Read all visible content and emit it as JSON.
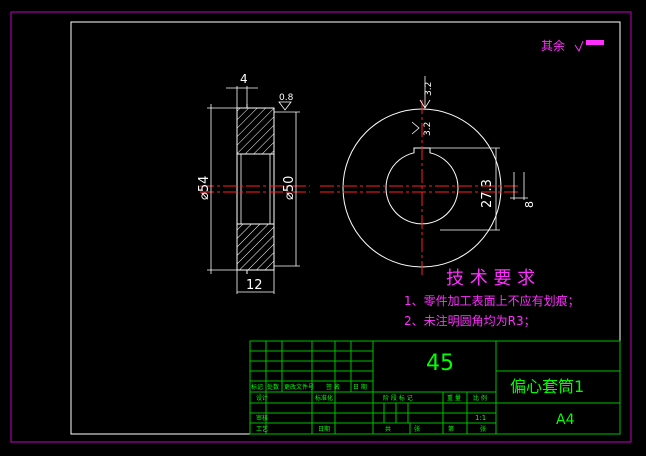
{
  "drawing": {
    "surface_finish_note": "其余",
    "section_view": {
      "dim_top": "4",
      "dim_bottom": "12",
      "dim_outer_dia": "⌀54",
      "dim_inner_dia": "⌀50",
      "roughness": "0.8"
    },
    "front_view": {
      "dim_keyway_depth": "27.3",
      "dim_keyway_width": "8",
      "roughness_top": "3.2",
      "roughness_inner": "3.2"
    }
  },
  "tech_requirements": {
    "title": "技 术 要 求",
    "items": [
      "1、零件加工表面上不应有划痕；",
      "2、未注明圆角均为R3；"
    ]
  },
  "title_block": {
    "material": "45",
    "part_name": "偏心套筒1",
    "sheet_size": "A4",
    "scale": "1:1",
    "labels": {
      "mark": "标记",
      "count": "处数",
      "change_doc": "更改文件号",
      "sign": "签 名",
      "date_col": "日 期",
      "design": "设计",
      "standard": "标准化",
      "review": "审核",
      "craft": "工艺",
      "date": "日期",
      "stage_mark": "阶 段 标 记",
      "weight": "重 量",
      "ratio": "比 例",
      "total": "共",
      "sheet": "张",
      "page_no": "第",
      "sheet2": "张"
    }
  },
  "colors": {
    "frame": "#c000c0",
    "line": "#ffffff",
    "center": "#ff2020",
    "dim": "#ffffff",
    "text_green": "#00ff00",
    "text_magenta": "#ff30ff",
    "table": "#00c000"
  }
}
